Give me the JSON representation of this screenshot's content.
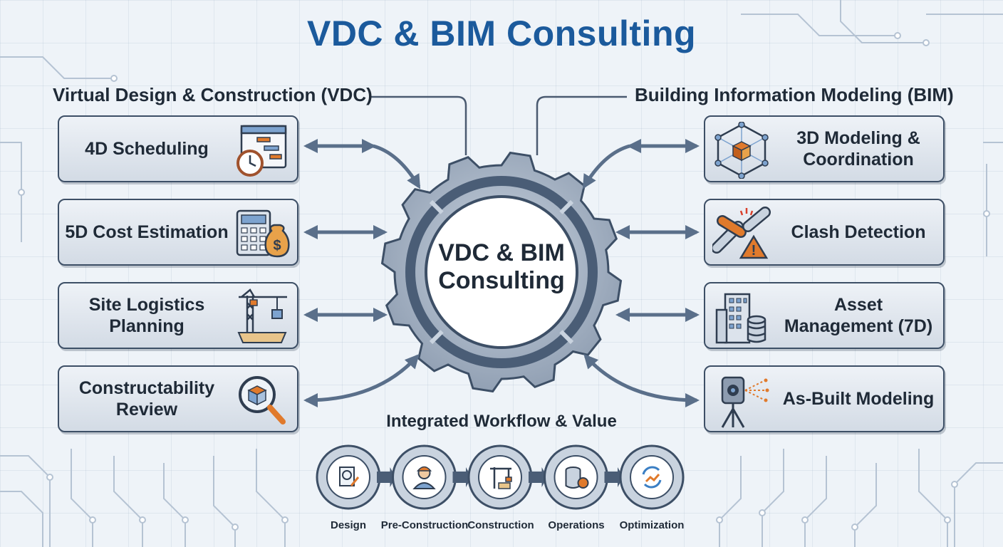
{
  "title": "VDC & BIM Consulting",
  "hub": {
    "label": "VDC & BIM\nConsulting"
  },
  "sections": {
    "vdc": {
      "heading": "Virtual Design & Construction (VDC)"
    },
    "bim": {
      "heading": "Building Information Modeling (BIM)"
    }
  },
  "vdc_items": [
    {
      "label": "4D Scheduling",
      "icon": "gantt-clock-icon"
    },
    {
      "label": "5D Cost Estimation",
      "icon": "calculator-money-icon"
    },
    {
      "label": "Site Logistics\nPlanning",
      "icon": "crane-site-icon"
    },
    {
      "label": "Constructability\nReview",
      "icon": "magnifier-cube-icon"
    }
  ],
  "bim_items": [
    {
      "label": "3D Modeling &\nCoordination",
      "icon": "model-cube-icon"
    },
    {
      "label": "Clash Detection",
      "icon": "pipe-clash-icon"
    },
    {
      "label": "Asset\nManagement (7D)",
      "icon": "building-database-icon"
    },
    {
      "label": "As-Built Modeling",
      "icon": "laser-scanner-icon"
    }
  ],
  "workflow": {
    "title": "Integrated Workflow & Value",
    "stages": [
      {
        "label": "Design",
        "icon": "document-gear-icon"
      },
      {
        "label": "Pre-Construction",
        "icon": "worker-icon"
      },
      {
        "label": "Construction",
        "icon": "crane-icon"
      },
      {
        "label": "Operations",
        "icon": "database-gear-icon"
      },
      {
        "label": "Optimization",
        "icon": "cycle-growth-icon"
      }
    ]
  },
  "colors": {
    "title": "#1b5a9c",
    "card_border": "#3d4f66",
    "arrow": "#5a6f8a",
    "accent_orange": "#e07a2c",
    "accent_blue": "#3b7fc4"
  }
}
